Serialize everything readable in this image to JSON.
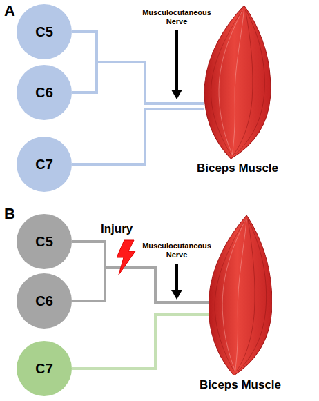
{
  "diagram": {
    "nodes": [
      {
        "text": [
          "C5"
        ]
      },
      {
        "text": [
          "C6"
        ]
      },
      {
        "text": [
          "C7"
        ]
      },
      {
        "text": [
          "Biceps Muscle"
        ]
      },
      {
        "text": [
          "C5"
        ]
      },
      {
        "text": [
          "C6"
        ]
      },
      {
        "text": [
          "C7"
        ]
      },
      {
        "text": [
          "Biceps Muscle"
        ]
      }
    ],
    "edges": [
      {
        "from": 0,
        "to": 3,
        "arrow": "none"
      },
      {
        "from": 1,
        "to": 3,
        "arrow": "none"
      },
      {
        "from": 2,
        "to": 3,
        "arrow": "none"
      },
      {
        "from": 4,
        "to": 7,
        "arrow": "none"
      },
      {
        "from": 5,
        "to": 7,
        "arrow": "none"
      },
      {
        "from": 6,
        "to": 7,
        "arrow": "none"
      }
    ],
    "labels": [
      "A",
      "Musculocutaneous Nerve",
      "B",
      "Injury",
      "Musculocutaneous Nerve"
    ]
  }
}
